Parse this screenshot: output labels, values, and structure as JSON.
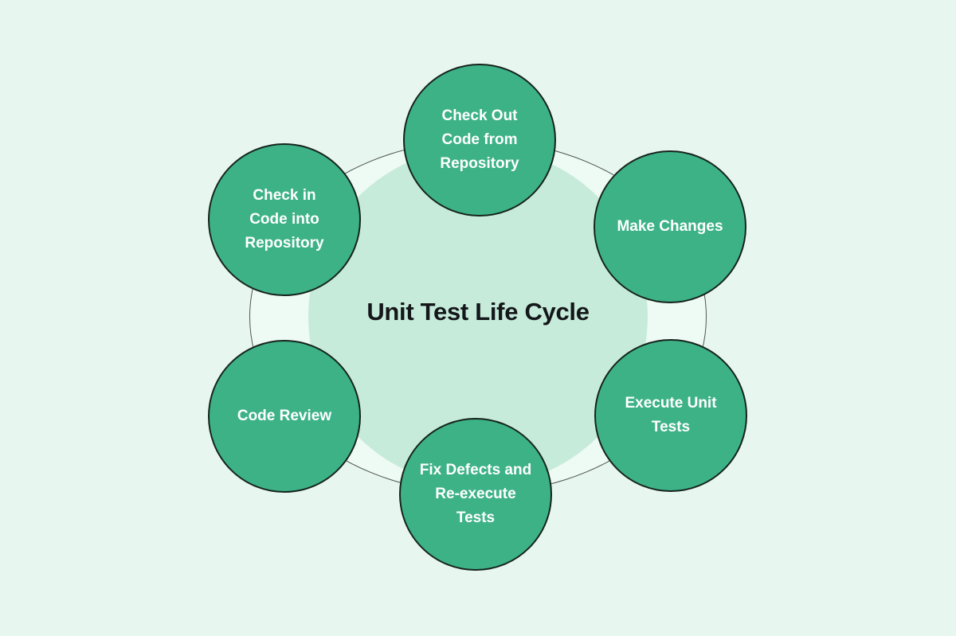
{
  "diagram": {
    "title": "Unit Test Life Cycle",
    "type": "cycle",
    "nodes": [
      {
        "label": "Check Out Code from Repository",
        "lines": [
          "Check Out",
          "Code from",
          "Repository"
        ]
      },
      {
        "label": "Make Changes",
        "lines": [
          "Make Changes"
        ]
      },
      {
        "label": "Execute Unit Tests",
        "lines": [
          "Execute Unit",
          "Tests"
        ]
      },
      {
        "label": "Fix Defects and Re-execute Tests",
        "lines": [
          "Fix Defects and",
          "Re-execute",
          "Tests"
        ]
      },
      {
        "label": "Code Review",
        "lines": [
          "Code Review"
        ]
      },
      {
        "label": "Check in Code into Repository",
        "lines": [
          "Check in",
          "Code into",
          "Repository"
        ]
      }
    ],
    "colors": {
      "background": "#e7f7ef",
      "ring_fill": "#eefaf4",
      "ring_stroke": "#4f5653",
      "center_circle": "#c7ebdb",
      "node_fill": "#3db287",
      "node_border": "#16241d",
      "node_text": "#ffffff",
      "title_text": "#141719"
    }
  }
}
